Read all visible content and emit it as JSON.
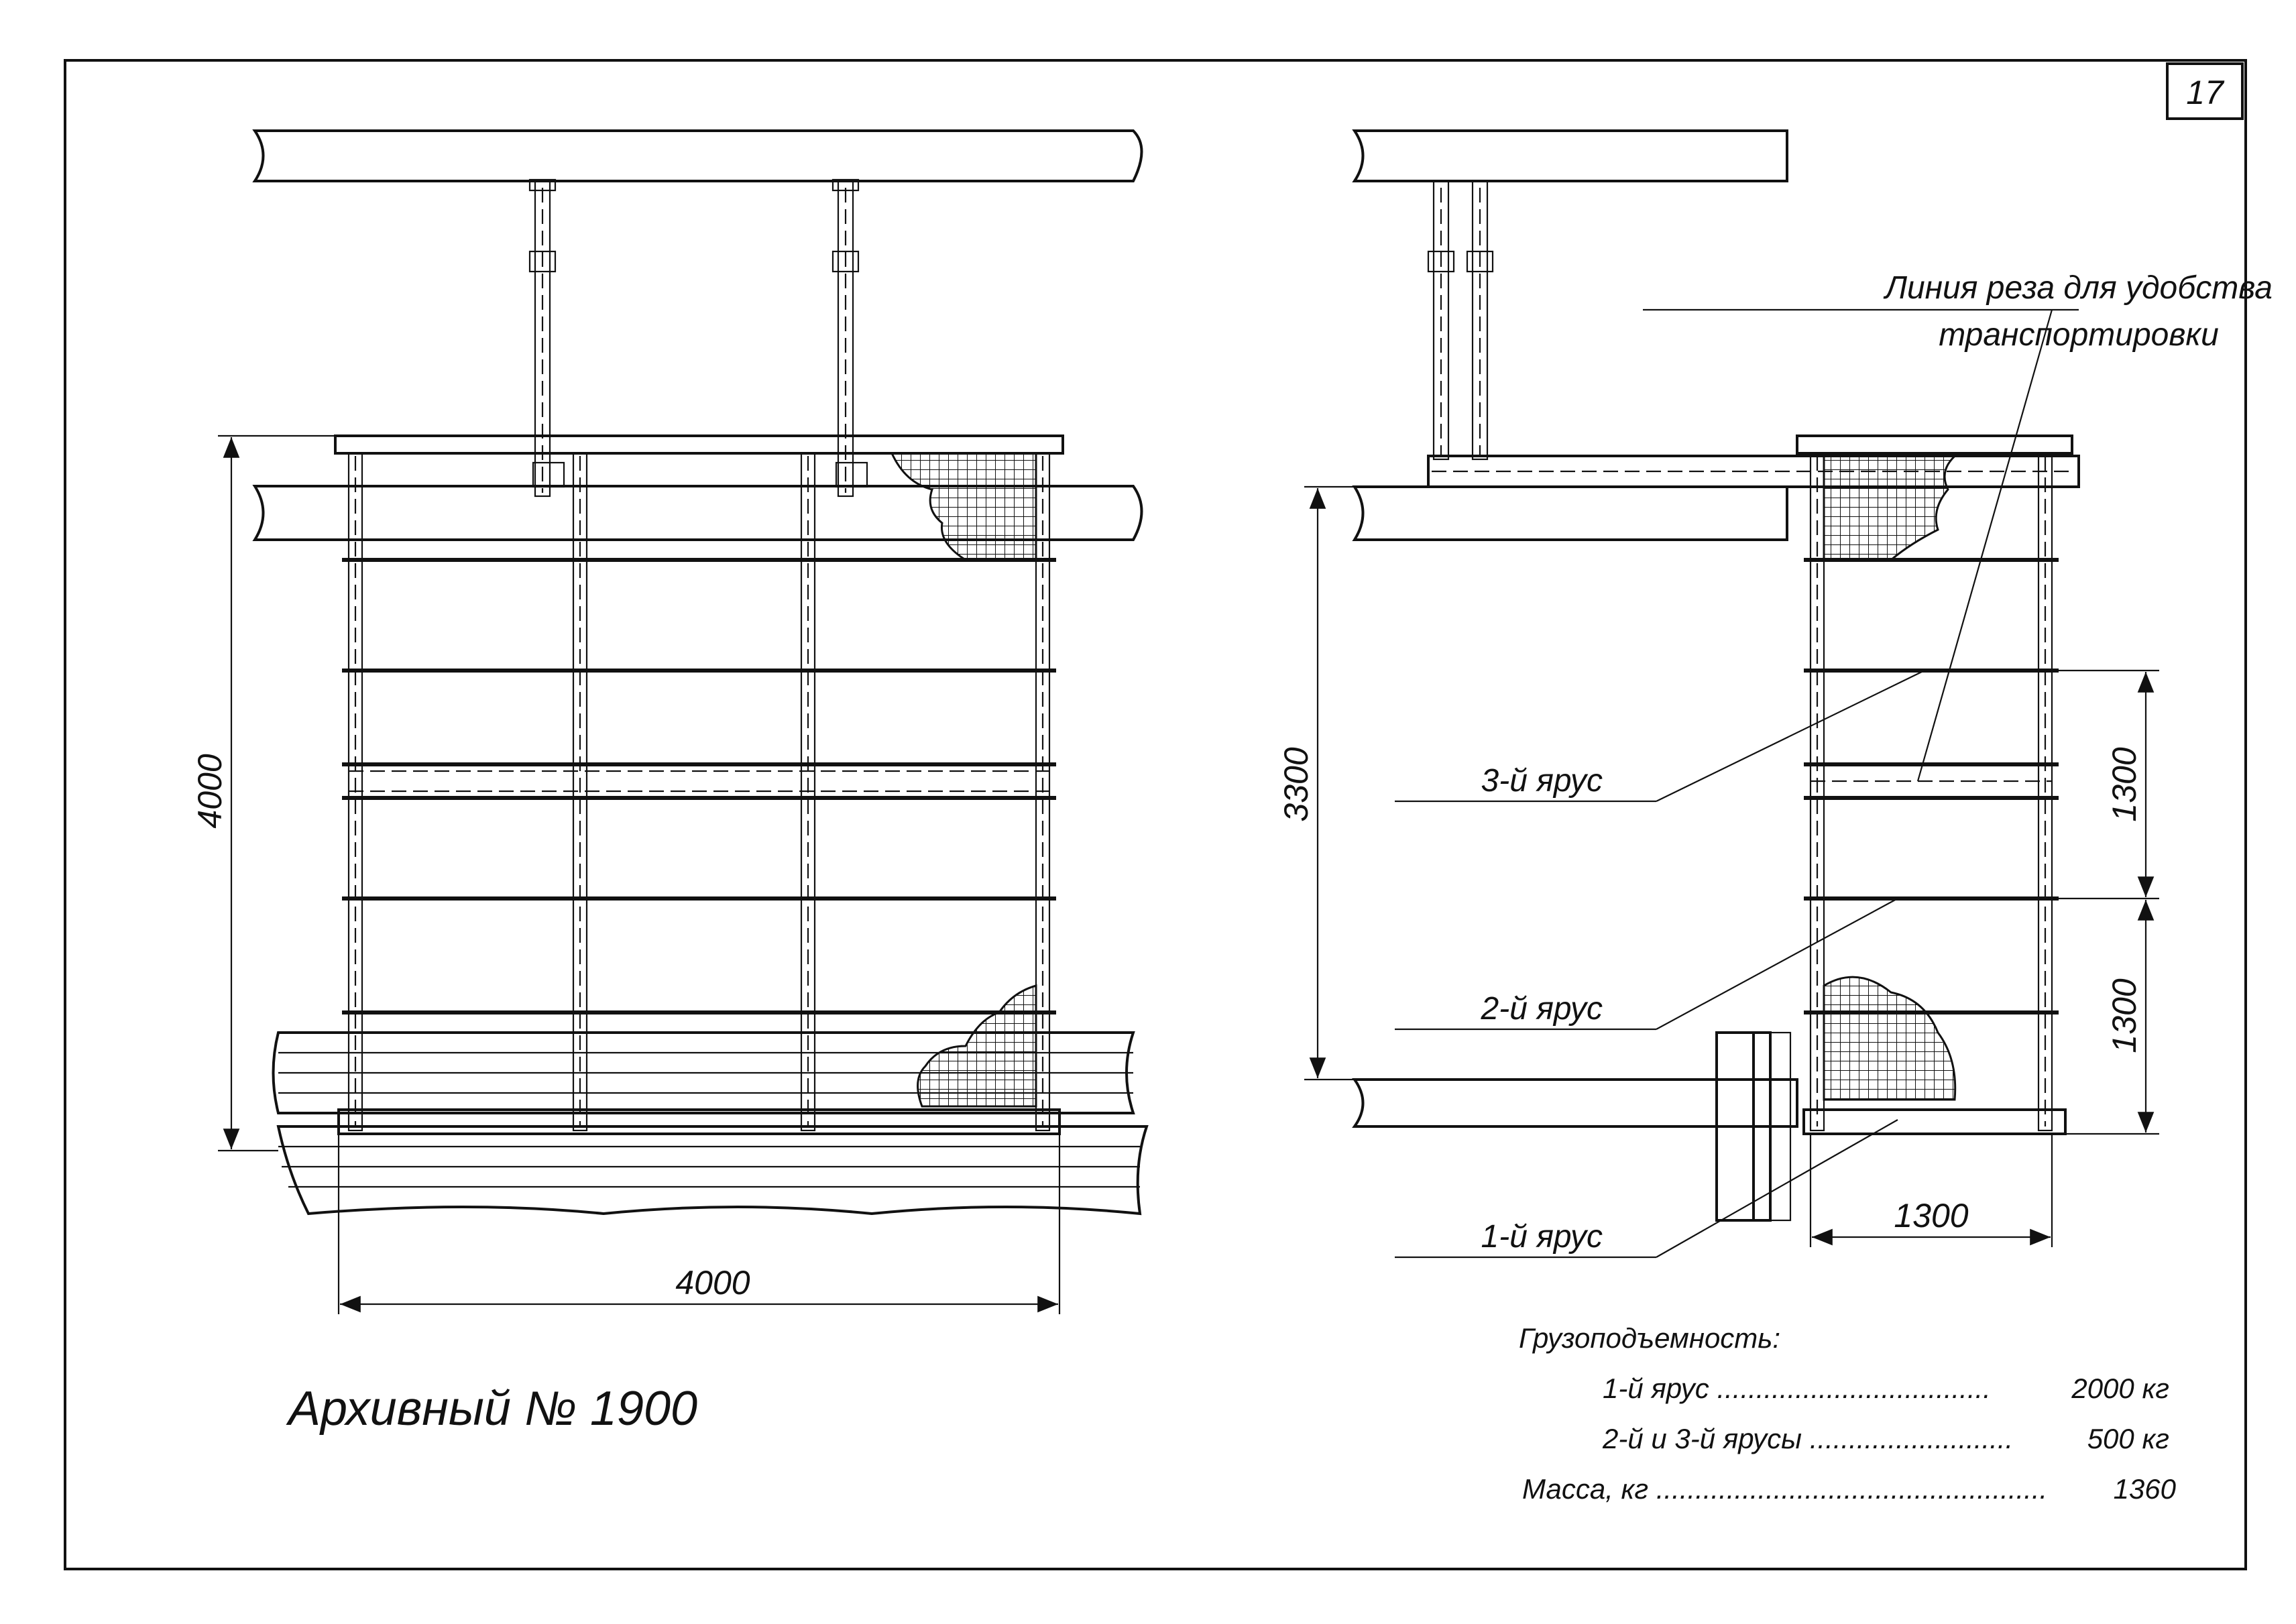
{
  "sheet_number": "17",
  "archive_label": "Архивный № 1900",
  "cut_line_note": {
    "line1": "Линия реза для удобства",
    "line2": "транспортировки"
  },
  "front_view": {
    "height_dim": "4000",
    "width_dim": "4000"
  },
  "side_view": {
    "height_dim": "3300",
    "tier_spacing_upper": "1300",
    "tier_spacing_lower": "1300",
    "depth_dim": "1300",
    "tier_labels": [
      "3-й ярус",
      "2-й ярус",
      "1-й ярус"
    ]
  },
  "specs": {
    "heading": "Грузоподъемность:",
    "rows": [
      {
        "label": "1-й ярус ...................................",
        "value": "2000 кг"
      },
      {
        "label": "2-й и 3-й ярусы ..........................",
        "value": "500 кг"
      },
      {
        "label": "Масса, кг ..................................................",
        "value": "1360"
      }
    ]
  }
}
